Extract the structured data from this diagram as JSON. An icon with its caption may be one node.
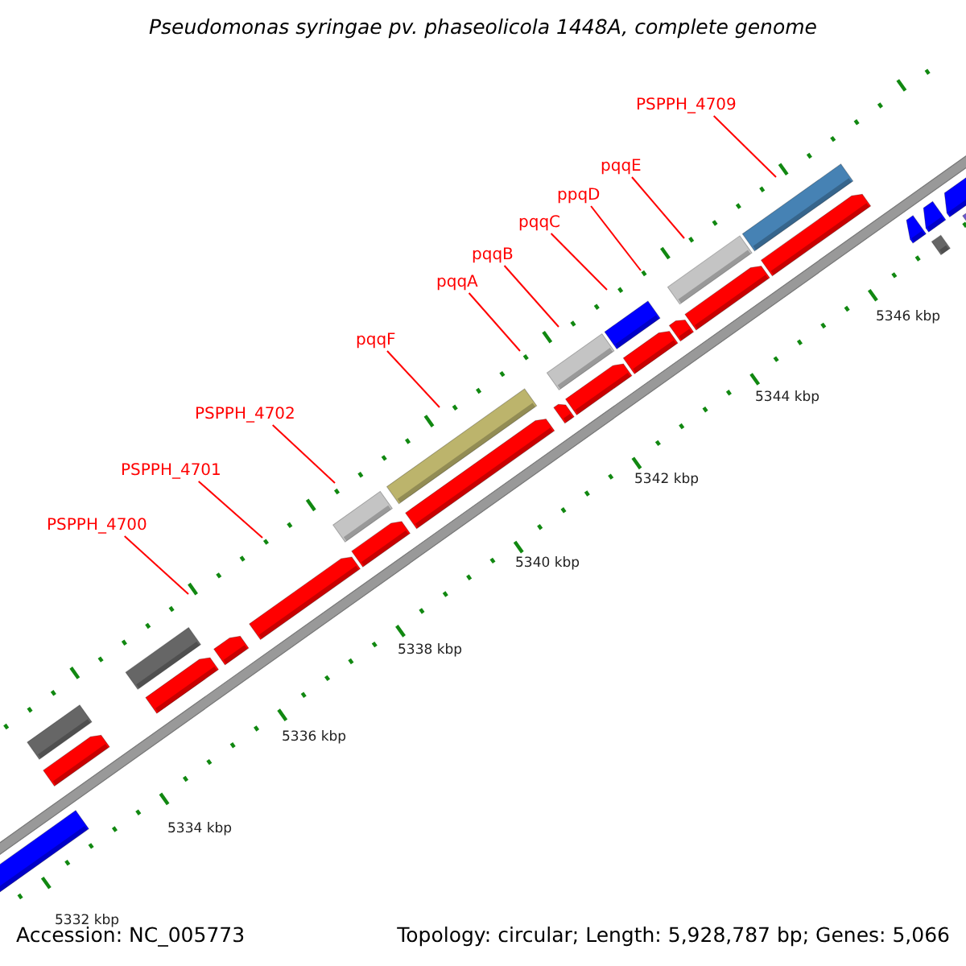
{
  "diagram": {
    "title": "Pseudomonas syringae pv. phaseolicola 1448A, complete genome",
    "nodes": [
      {
        "text": [
          "PSPPH_4709"
        ]
      },
      {
        "text": [
          "pqqE"
        ]
      },
      {
        "text": [
          "ppqD"
        ]
      },
      {
        "text": [
          "pqqC"
        ]
      },
      {
        "text": [
          "pqqB"
        ]
      },
      {
        "text": [
          "pqqA"
        ]
      },
      {
        "text": [
          "pqqF"
        ]
      },
      {
        "text": [
          "PSPPH_4702"
        ]
      },
      {
        "text": [
          "PSPPH_4701"
        ]
      },
      {
        "text": [
          "PSPPH_4700"
        ]
      }
    ],
    "edges": [
      {
        "from": 0,
        "to": null,
        "arrow": "none"
      },
      {
        "from": 1,
        "to": null,
        "arrow": "none"
      },
      {
        "from": 2,
        "to": null,
        "arrow": "none"
      },
      {
        "from": 3,
        "to": null,
        "arrow": "none"
      },
      {
        "from": 4,
        "to": null,
        "arrow": "none"
      },
      {
        "from": 5,
        "to": null,
        "arrow": "none"
      },
      {
        "from": 6,
        "to": null,
        "arrow": "none"
      },
      {
        "from": 7,
        "to": null,
        "arrow": "none"
      },
      {
        "from": 8,
        "to": null,
        "arrow": "none"
      },
      {
        "from": 9,
        "to": null,
        "arrow": "none"
      }
    ],
    "labels": [
      "5346 kbp",
      "5344 kbp",
      "5342 kbp",
      "5340 kbp",
      "5338 kbp",
      "5336 kbp",
      "5334 kbp",
      "5332 kbp",
      "Accession: NC_005773",
      "Topology: circular; Length: 5,928,787 bp; Genes: 5,066"
    ]
  }
}
